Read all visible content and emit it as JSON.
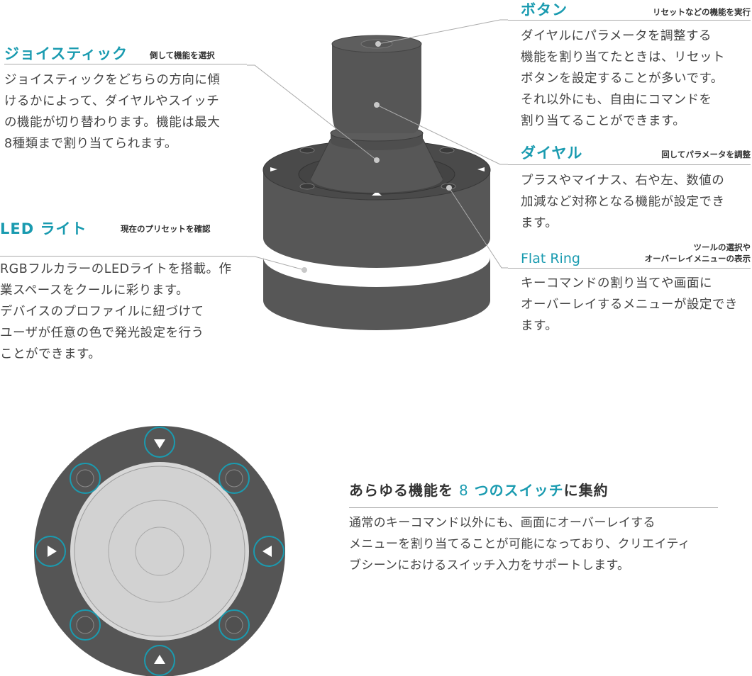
{
  "colors": {
    "accent": "#1a9bb0",
    "device_dark": "#555555",
    "ring": "#ffffff",
    "text": "#333333"
  },
  "joystick": {
    "title": "ジョイスティック",
    "subtitle": "倒して機能を選択",
    "body": [
      "ジョイスティックをどちらの方向に傾",
      "けるかによって、ダイヤルやスイッチ",
      "の機能が切り替わります。機能は最大",
      "8種類まで割り当てられます。"
    ]
  },
  "led": {
    "title": "LED ライト",
    "subtitle": "現在のプリセットを確認",
    "body": [
      "RGBフルカラーのLEDライトを搭載。作",
      "業スペースをクールに彩ります。",
      "デバイスのプロファイルに紐づけて",
      "ユーザが任意の色で発光設定を行う",
      "ことができます。"
    ]
  },
  "button": {
    "title": "ボタン",
    "subtitle": "リセットなどの機能を実行",
    "body": [
      "ダイヤルにパラメータを調整する",
      "機能を割り当てたときは、リセット",
      "ボタンを設定することが多いです。",
      "それ以外にも、自由にコマンドを",
      "割り当てることができます。"
    ]
  },
  "dial": {
    "title": "ダイヤル",
    "subtitle": "回してパラメータを調整",
    "body": [
      "プラスやマイナス、右や左、数値の",
      "加減など対称となる機能が設定でき",
      "ます。"
    ]
  },
  "flat_ring": {
    "title": "Flat Ring",
    "subtitle_lines": [
      "ツールの選択や",
      "オーバーレイメニューの表示"
    ],
    "body": [
      "キーコマンドの割り当てや画面に",
      "オーバーレイするメニューが設定でき",
      "ます。"
    ]
  },
  "switches": {
    "title_prefix": "あらゆる機能を ",
    "title_number": "8",
    "title_accent": " つのスイッチ",
    "title_suffix": "に集約",
    "body": [
      "通常のキーコマンド以外にも、画面にオーバーレイする",
      "メニューを割り当てることが可能になっており、クリエイティ",
      "ブシーンにおけるスイッチ入力をサポートします。"
    ]
  }
}
